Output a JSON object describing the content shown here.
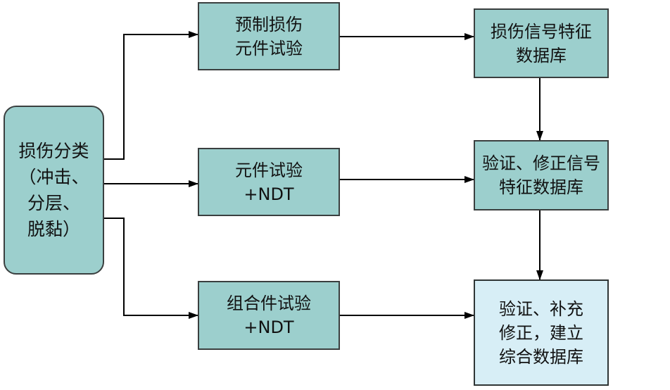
{
  "source": {
    "lines": [
      "损伤分类",
      "（冲击、",
      "分层、",
      "脱黏）"
    ]
  },
  "tests": [
    {
      "lines": [
        "预制损伤",
        "元件试验"
      ]
    },
    {
      "lines": [
        "元件试验",
        "+NDT"
      ]
    },
    {
      "lines": [
        "组合件试验",
        "+NDT"
      ]
    }
  ],
  "databases": [
    {
      "lines": [
        "损伤信号特征",
        "数据库"
      ]
    },
    {
      "lines": [
        "验证、修正信号",
        "特征数据库"
      ]
    },
    {
      "lines": [
        "验证、补充",
        "修正，建立",
        "综合数据库"
      ]
    }
  ]
}
